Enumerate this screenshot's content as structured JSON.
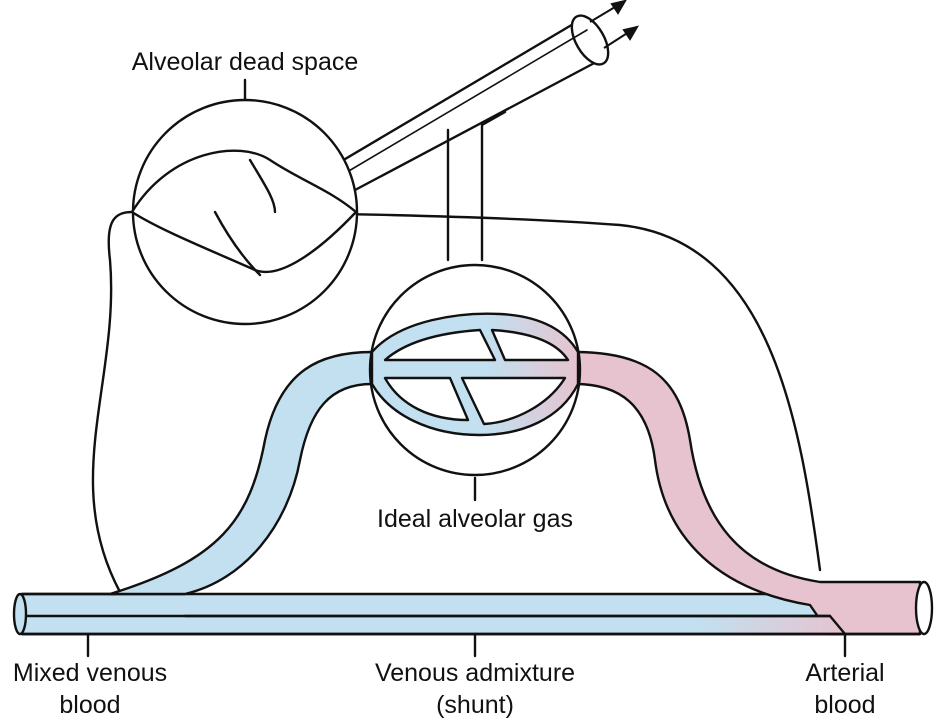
{
  "labels": {
    "dead_space": "Alveolar dead space",
    "ideal": "Ideal alveolar gas",
    "mixed_venous_line1": "Mixed venous",
    "mixed_venous_line2": "blood",
    "shunt_line1": "Venous admixture",
    "shunt_line2": "(shunt)",
    "arterial_line1": "Arterial",
    "arterial_line2": "blood"
  },
  "colors": {
    "venous": "#c2e0f0",
    "arterial": "#e6c3cf",
    "outline": "#111111",
    "background": "#ffffff"
  }
}
